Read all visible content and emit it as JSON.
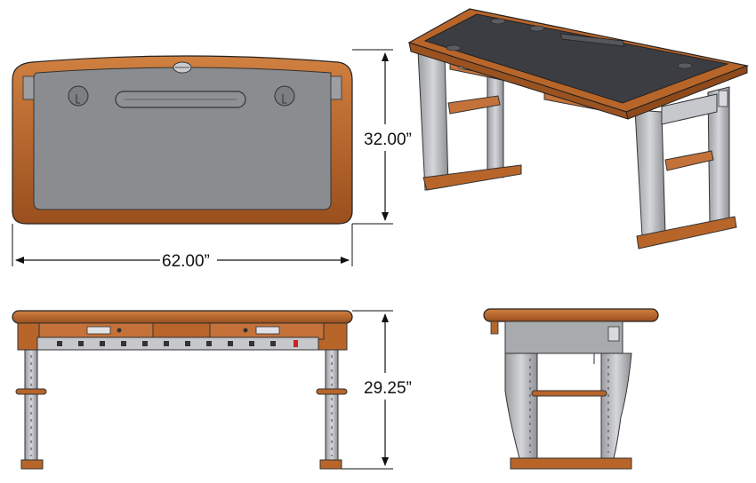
{
  "dimensions": {
    "depth": "32.00”",
    "width": "62.00”",
    "height": "29.25”"
  },
  "colors": {
    "wood": "#b8652a",
    "wood_dark": "#6b3410",
    "wood_light": "#d9884a",
    "top_gray": "#8a8c90",
    "top_dark": "#3c3d42",
    "steel": "#b4b6ba",
    "steel_dark": "#6e7074",
    "outline": "#222222"
  },
  "views": [
    "top-view",
    "isometric-view",
    "front-view",
    "side-view"
  ]
}
